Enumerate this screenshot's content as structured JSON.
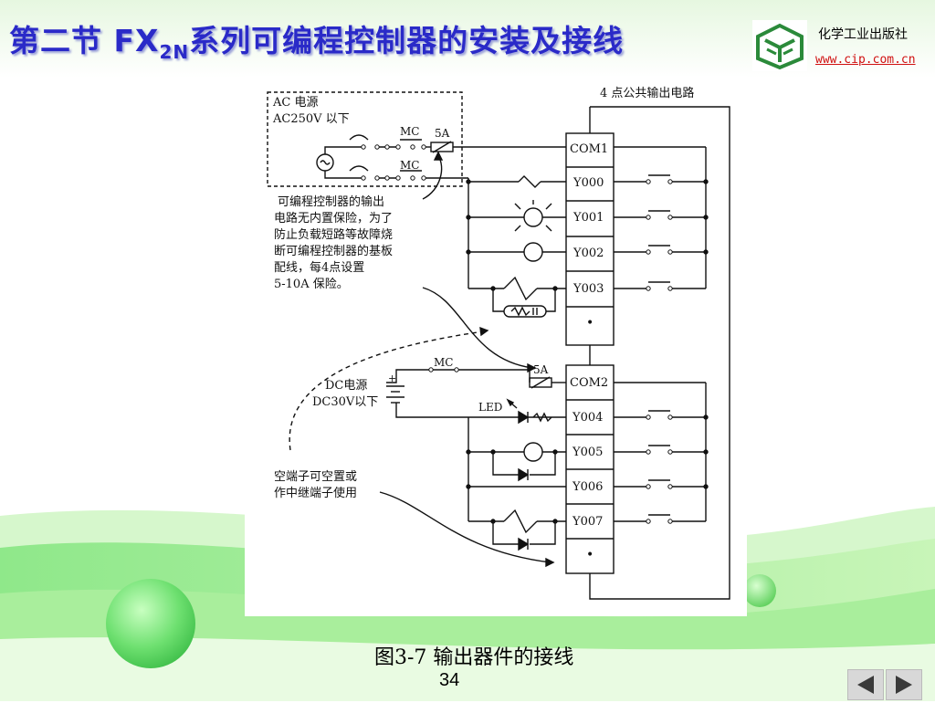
{
  "slide": {
    "title_prefix": "第二节 FX",
    "title_sub": "2N",
    "title_suffix": "系列可编程控制器的安装及接线",
    "publisher": "化学工业出版社",
    "url": "www.cip.com.cn",
    "caption": "图3-7  输出器件的接线",
    "page_number": "34"
  },
  "diagram": {
    "top_circuit_title": "4 点公共输出电路",
    "ac_source_line1": "AC 电源",
    "ac_source_line2": "AC250V 以下",
    "mc_top": "MC",
    "mc_bottom": "MC",
    "mc_dc": "MC",
    "fuse_top": "5A",
    "fuse_bottom": "5A",
    "dc_source_line1": "DC电源",
    "dc_source_line2": "DC30V以下",
    "plus_sign": "+",
    "led_label": "LED",
    "terminals_top": [
      "COM1",
      "Y000",
      "Y001",
      "Y002",
      "Y003",
      "•"
    ],
    "terminals_bottom": [
      "COM2",
      "Y004",
      "Y005",
      "Y006",
      "Y007",
      "•"
    ],
    "note_fuse": [
      "可编程控制器的输出",
      "电路无内置保险，为了",
      "防止负载短路等故障烧",
      "断可编程控制器的基板",
      "配线，每4点设置",
      "5-10A 保险。"
    ],
    "note_empty": [
      "空端子可空置或",
      "作中继端子使用"
    ]
  },
  "icons": {
    "logo": "publisher-book-logo-icon",
    "prev": "prev-arrow-icon",
    "next": "next-arrow-icon"
  },
  "colors": {
    "title": "#2a2ac8",
    "url": "#d01010",
    "green": "#7fe07a"
  }
}
